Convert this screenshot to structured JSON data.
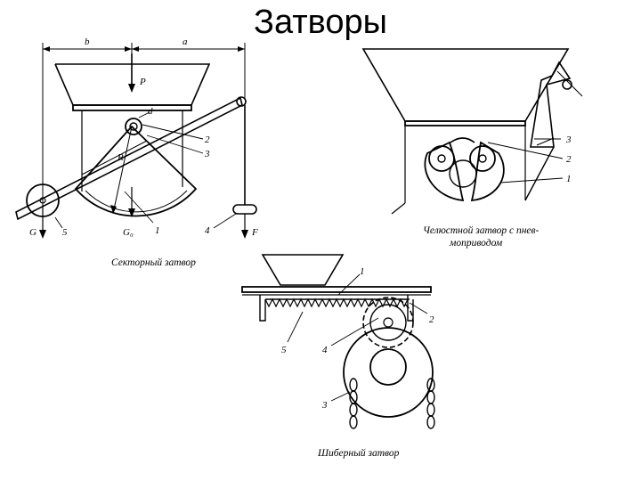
{
  "title": "Затворы",
  "sector_gate": {
    "caption": "Секторный затвор",
    "labels": {
      "dim_b": "b",
      "dim_a": "a",
      "force_p": "P",
      "radius": "R",
      "d": "d",
      "n1": "1",
      "n2": "2",
      "n3": "3",
      "n4": "4",
      "n5": "5",
      "g": "G",
      "g0": "G₀",
      "f": "F"
    }
  },
  "jaw_gate": {
    "caption_line1": "Челюстной затвор с пнев-",
    "caption_line2": "моприводом",
    "labels": {
      "n1": "1",
      "n2": "2",
      "n3": "3"
    }
  },
  "slide_gate": {
    "caption": "Шиберный затвор",
    "labels": {
      "n1": "1",
      "n2": "2",
      "n3": "3",
      "n4": "4",
      "n5": "5"
    }
  }
}
